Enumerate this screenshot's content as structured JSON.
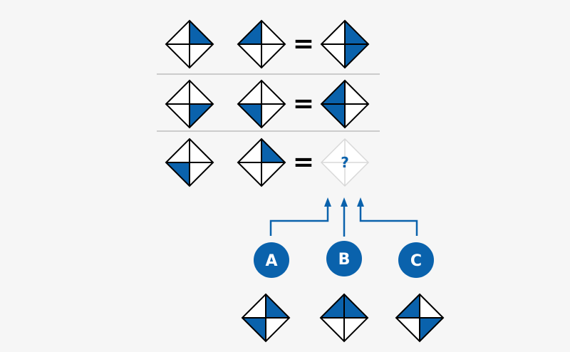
{
  "colors": {
    "accent": "#0a62ac",
    "stroke": "#000000",
    "ghost": "#d8d8d8",
    "divider": "#bdbdbd"
  },
  "puzzle": {
    "equals_symbol": "=",
    "unknown_symbol": "?",
    "rows": [
      {
        "left": [
          "tr"
        ],
        "middle": [
          "tl"
        ],
        "result": [
          "tr",
          "br"
        ]
      },
      {
        "left": [
          "br"
        ],
        "middle": [
          "bl"
        ],
        "result": [
          "tl",
          "bl"
        ]
      },
      {
        "left": [
          "bl"
        ],
        "middle": [
          "tr"
        ],
        "result": null
      }
    ]
  },
  "options": [
    {
      "label": "A",
      "filled": [
        "tr",
        "bl"
      ]
    },
    {
      "label": "B",
      "filled": [
        "tl",
        "tr"
      ]
    },
    {
      "label": "C",
      "filled": [
        "tl",
        "br"
      ]
    }
  ]
}
